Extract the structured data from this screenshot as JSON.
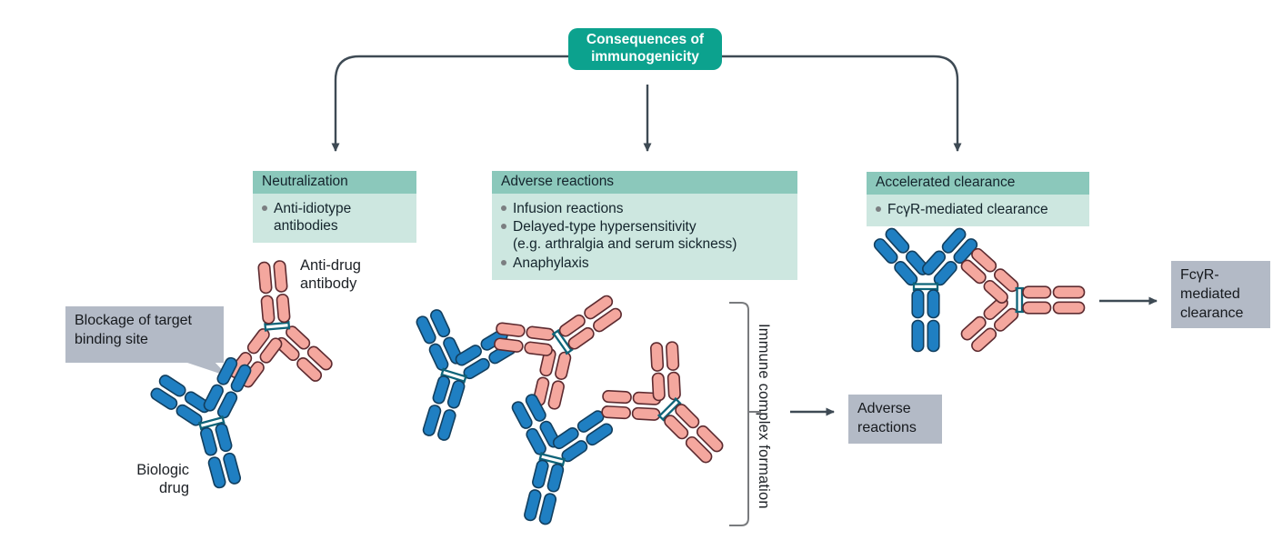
{
  "figure": {
    "title": "Consequences of immunogenicity"
  },
  "branches": [
    {
      "header": "Neutralization",
      "bullets": [
        {
          "lines": [
            "Anti-idiotype",
            "antibodies"
          ]
        }
      ]
    },
    {
      "header": "Adverse reactions",
      "bullets": [
        {
          "lines": [
            "Infusion reactions"
          ]
        },
        {
          "lines": [
            "Delayed-type hypersensitivity",
            "(e.g. arthralgia and serum sickness)"
          ]
        },
        {
          "lines": [
            "Anaphylaxis"
          ]
        }
      ]
    },
    {
      "header": "Accelerated clearance",
      "bullets": [
        {
          "lines": [
            "FcγR-mediated clearance"
          ]
        }
      ]
    }
  ],
  "labels": {
    "anti_drug_antibody": "Anti-drug antibody",
    "biologic_drug": "Biologic drug",
    "blockage_callout": "Blockage of target binding site",
    "immune_complex": "Immune complex formation"
  },
  "outcomes": {
    "adverse_reactions": "Adverse reactions",
    "fcgr_clearance": "FcγR-mediated clearance"
  },
  "icons": {
    "blue_antibody": "biologic-drug-antibody-icon",
    "pink_antibody": "anti-drug-antibody-icon"
  },
  "colors": {
    "title_box": "#0ca28e",
    "branch_header": "#8bc8bb",
    "branch_body": "#cde7e0",
    "gray_box": "#b3bac6",
    "arrow": "#3e4a54",
    "antibody_blue": "#1f7fc2",
    "antibody_blue_outline": "#123f5f",
    "antibody_pink": "#f4a79e",
    "antibody_pink_outline": "#5d2b30",
    "hinge": "#0e6479",
    "bracket": "#797b7e"
  }
}
